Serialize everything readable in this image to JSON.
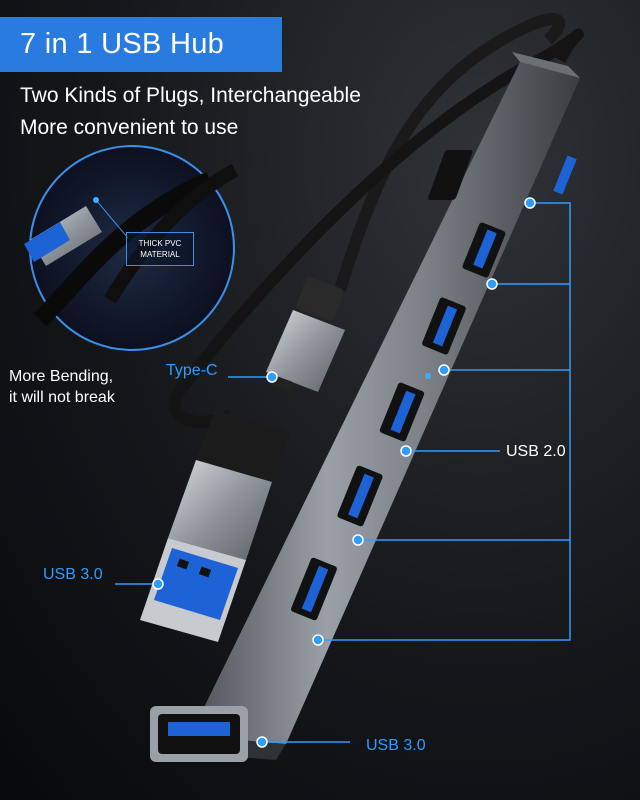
{
  "header": {
    "title": "7 in 1 USB Hub",
    "subtitle_line1": "Two Kinds of Plugs, Interchangeable",
    "subtitle_line2": "More convenient to use"
  },
  "callouts": {
    "pvc_line1": "THICK PVC",
    "pvc_line2": "MATERIAL",
    "bending_line1": "More Bending,",
    "bending_line2": "it will not break",
    "type_c": "Type-C",
    "usb3_plug": "USB 3.0",
    "usb3_port": "USB 3.0",
    "usb2_ports": "USB 2.0"
  },
  "colors": {
    "accent": "#2a7be0",
    "callout_line": "#2f9cff",
    "port_blue": "#1e63d6",
    "aluminum": "#8a8f96"
  }
}
